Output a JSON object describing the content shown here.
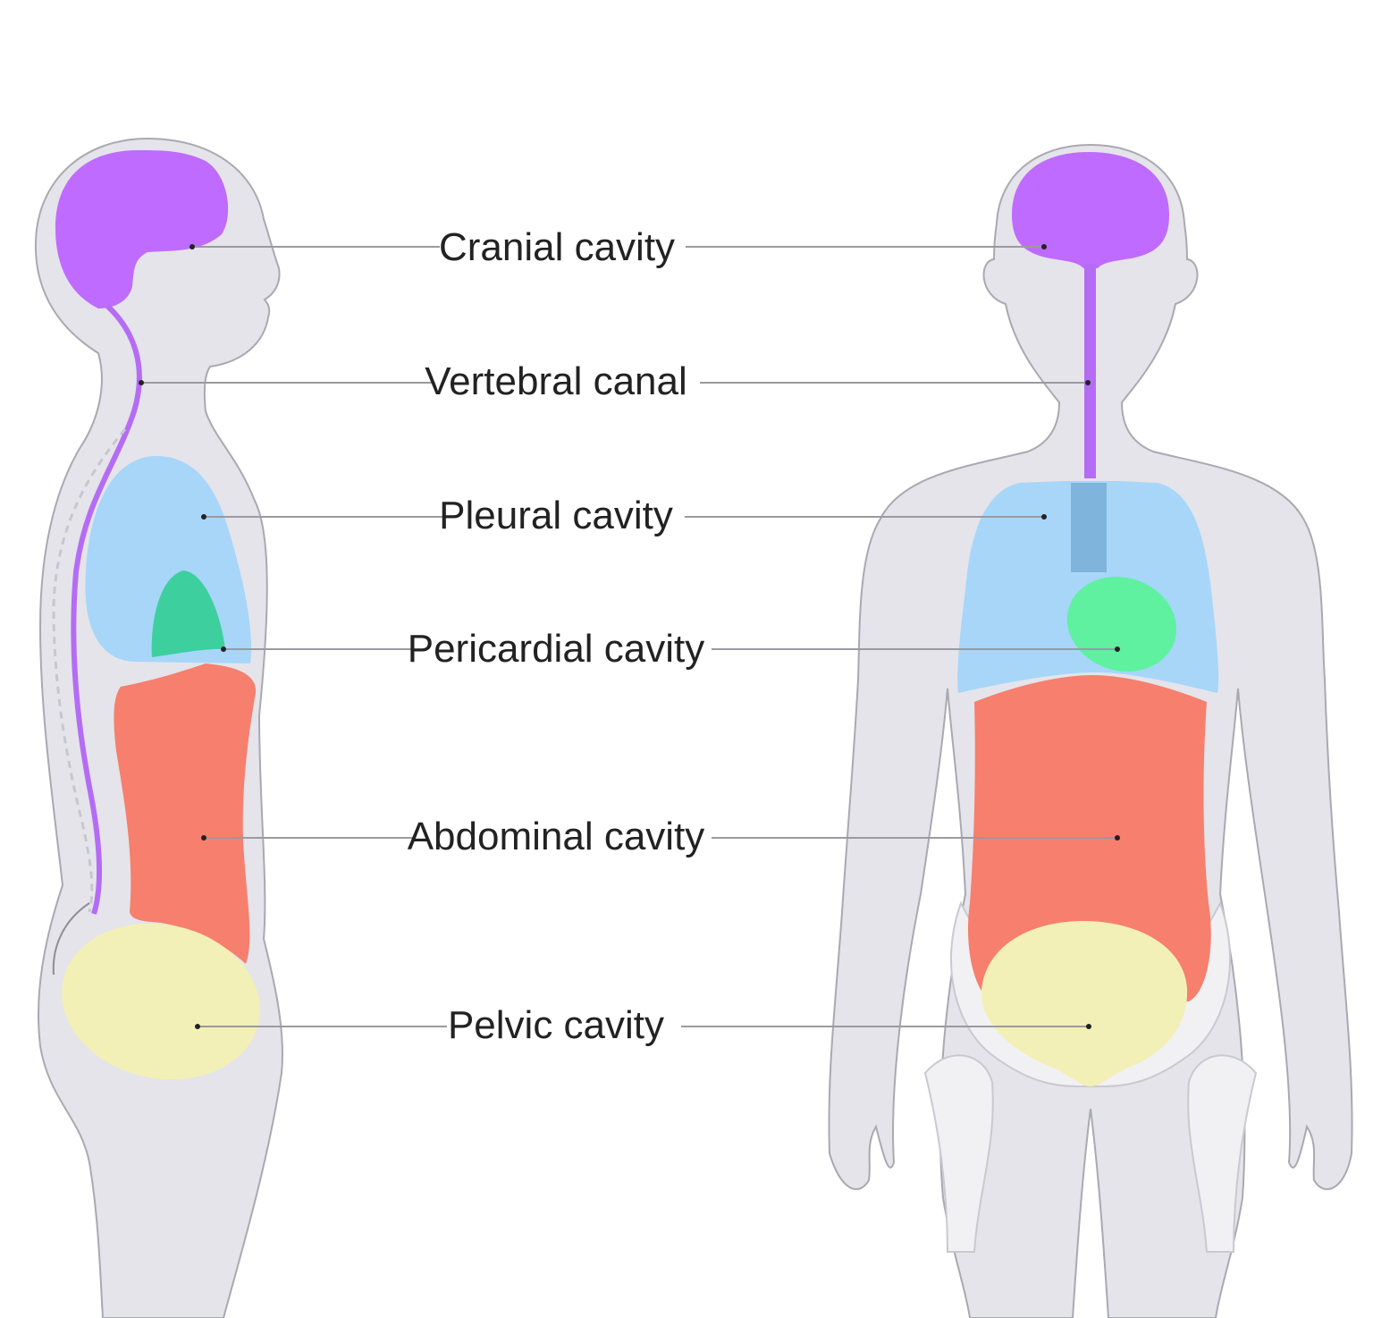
{
  "labels": {
    "cranial": "Cranial cavity",
    "vertebral": "Vertebral canal",
    "pleural": "Pleural cavity",
    "pericardial": "Pericardial cavity",
    "abdominal": "Abdominal cavity",
    "pelvic": "Pelvic cavity"
  },
  "colors": {
    "body": "#e4e4ea",
    "cranial": "#bf6bff",
    "vertebral": "#b56cf5",
    "pleural": "#a7d6f9",
    "pericardial_side": "#3ecf9e",
    "pericardial_front": "#5ff0a0",
    "trachea": "#7fb4dc",
    "abdominal": "#f77f6d",
    "pelvic": "#f2f0b6"
  }
}
